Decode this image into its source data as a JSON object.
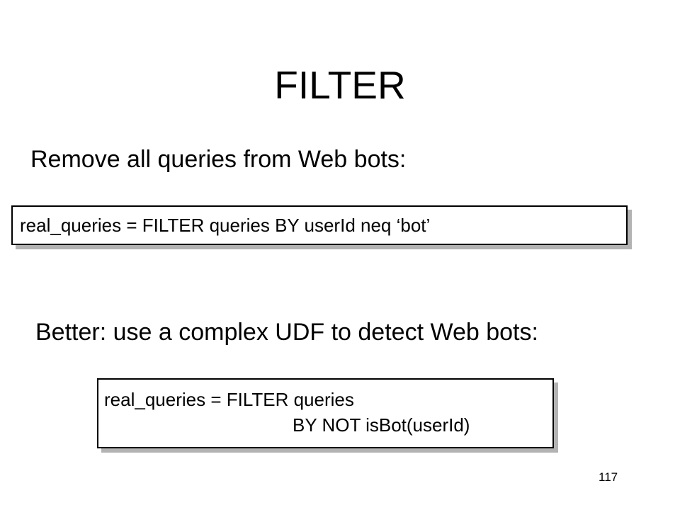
{
  "slide": {
    "title": "FILTER",
    "bullet_1": "Remove all queries from Web bots:",
    "code_1": "real_queries =  FILTER queries BY userId neq ‘bot’",
    "bullet_2": "Better: use a complex UDF to detect Web bots:",
    "code_2_line_1": "real_queries =  FILTER queries",
    "code_2_line_2": "BY NOT isBot(userId)",
    "page_number": "117"
  }
}
